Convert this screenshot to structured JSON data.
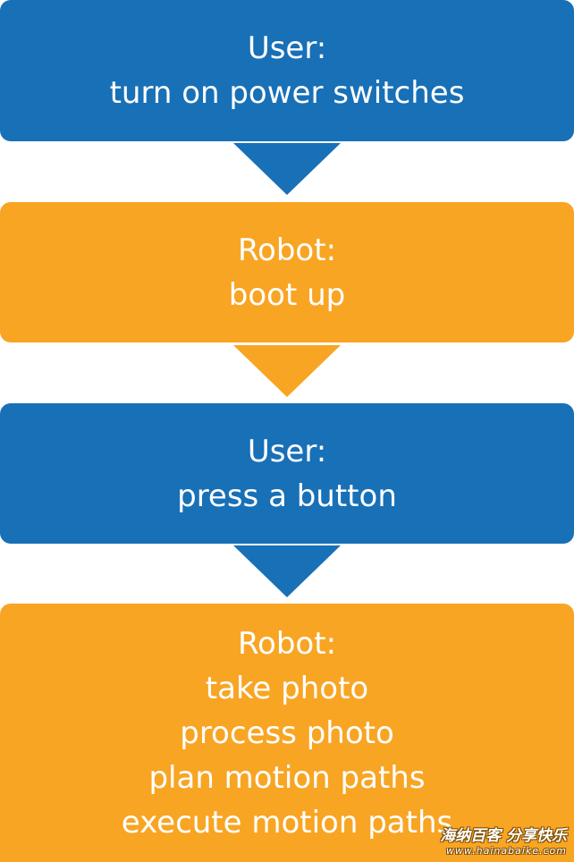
{
  "colors": {
    "user_blue": "#1870b7",
    "robot_orange": "#f8a524",
    "text": "#ffffff"
  },
  "steps": [
    {
      "actor": "User:",
      "lines": [
        "turn on power switches"
      ]
    },
    {
      "actor": "Robot:",
      "lines": [
        "boot up"
      ]
    },
    {
      "actor": "User:",
      "lines": [
        "press a button"
      ]
    },
    {
      "actor": "Robot:",
      "lines": [
        "take photo",
        "process photo",
        "plan motion paths",
        "execute motion paths"
      ]
    }
  ],
  "watermark": {
    "text": "海纳百客 分享快乐",
    "url": "www.hainabaike.com"
  }
}
